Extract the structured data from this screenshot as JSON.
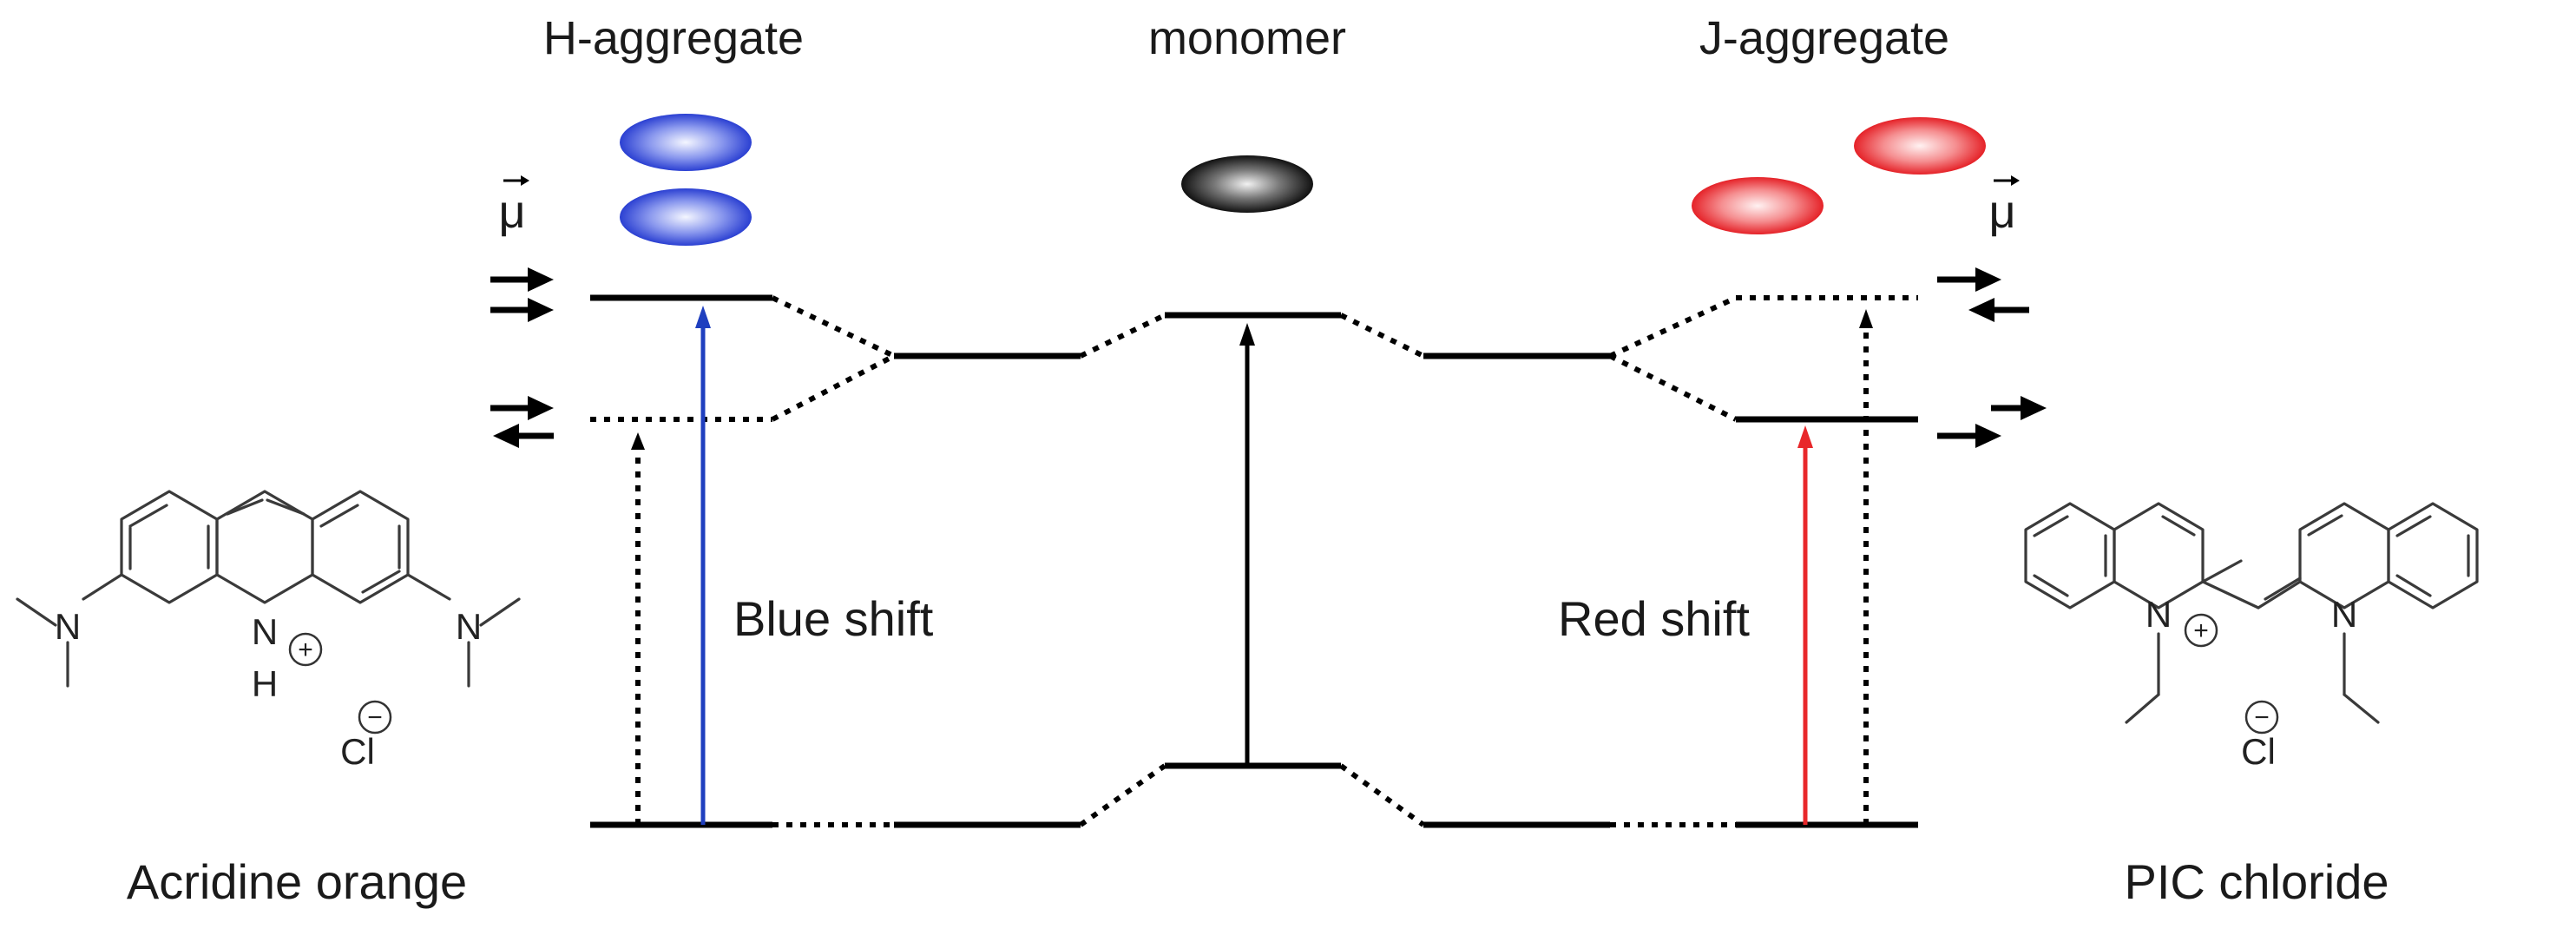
{
  "labels": {
    "h_aggregate": "H-aggregate",
    "monomer": "monomer",
    "j_aggregate": "J-aggregate",
    "blue_shift": "Blue shift",
    "red_shift": "Red shift",
    "left_molecule": "Acridine orange",
    "right_molecule": "PIC chloride",
    "dipole_symbol": "μ"
  },
  "chem": {
    "n": "N",
    "h": "H",
    "cl": "Cl",
    "plus": "+",
    "minus": "−"
  },
  "colors": {
    "blue": "#1f3fbf",
    "red": "#e8272a",
    "black": "#000000",
    "h_ellipse": "#3a4fd8",
    "j_ellipse": "#ee2f36",
    "monomer_ellipse": "#1c1c1c"
  }
}
